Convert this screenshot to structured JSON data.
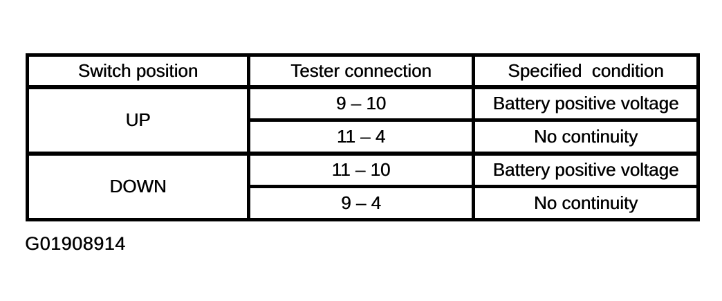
{
  "page": {
    "caption": "G01908914"
  },
  "colors": {
    "border": "#000000",
    "text": "#000000",
    "background": "#ffffff"
  },
  "table": {
    "headers": [
      "Switch position",
      "Tester connection",
      "Specified  condition"
    ],
    "groups": [
      {
        "position": "UP",
        "rows": [
          {
            "connection": "9 – 10",
            "condition": "Battery positive voltage"
          },
          {
            "connection": "11 – 4",
            "condition": "No continuity"
          }
        ]
      },
      {
        "position": "DOWN",
        "rows": [
          {
            "connection": "11 – 10",
            "condition": "Battery positive voltage"
          },
          {
            "connection": "9 – 4",
            "condition": "No continuity"
          }
        ]
      }
    ]
  }
}
